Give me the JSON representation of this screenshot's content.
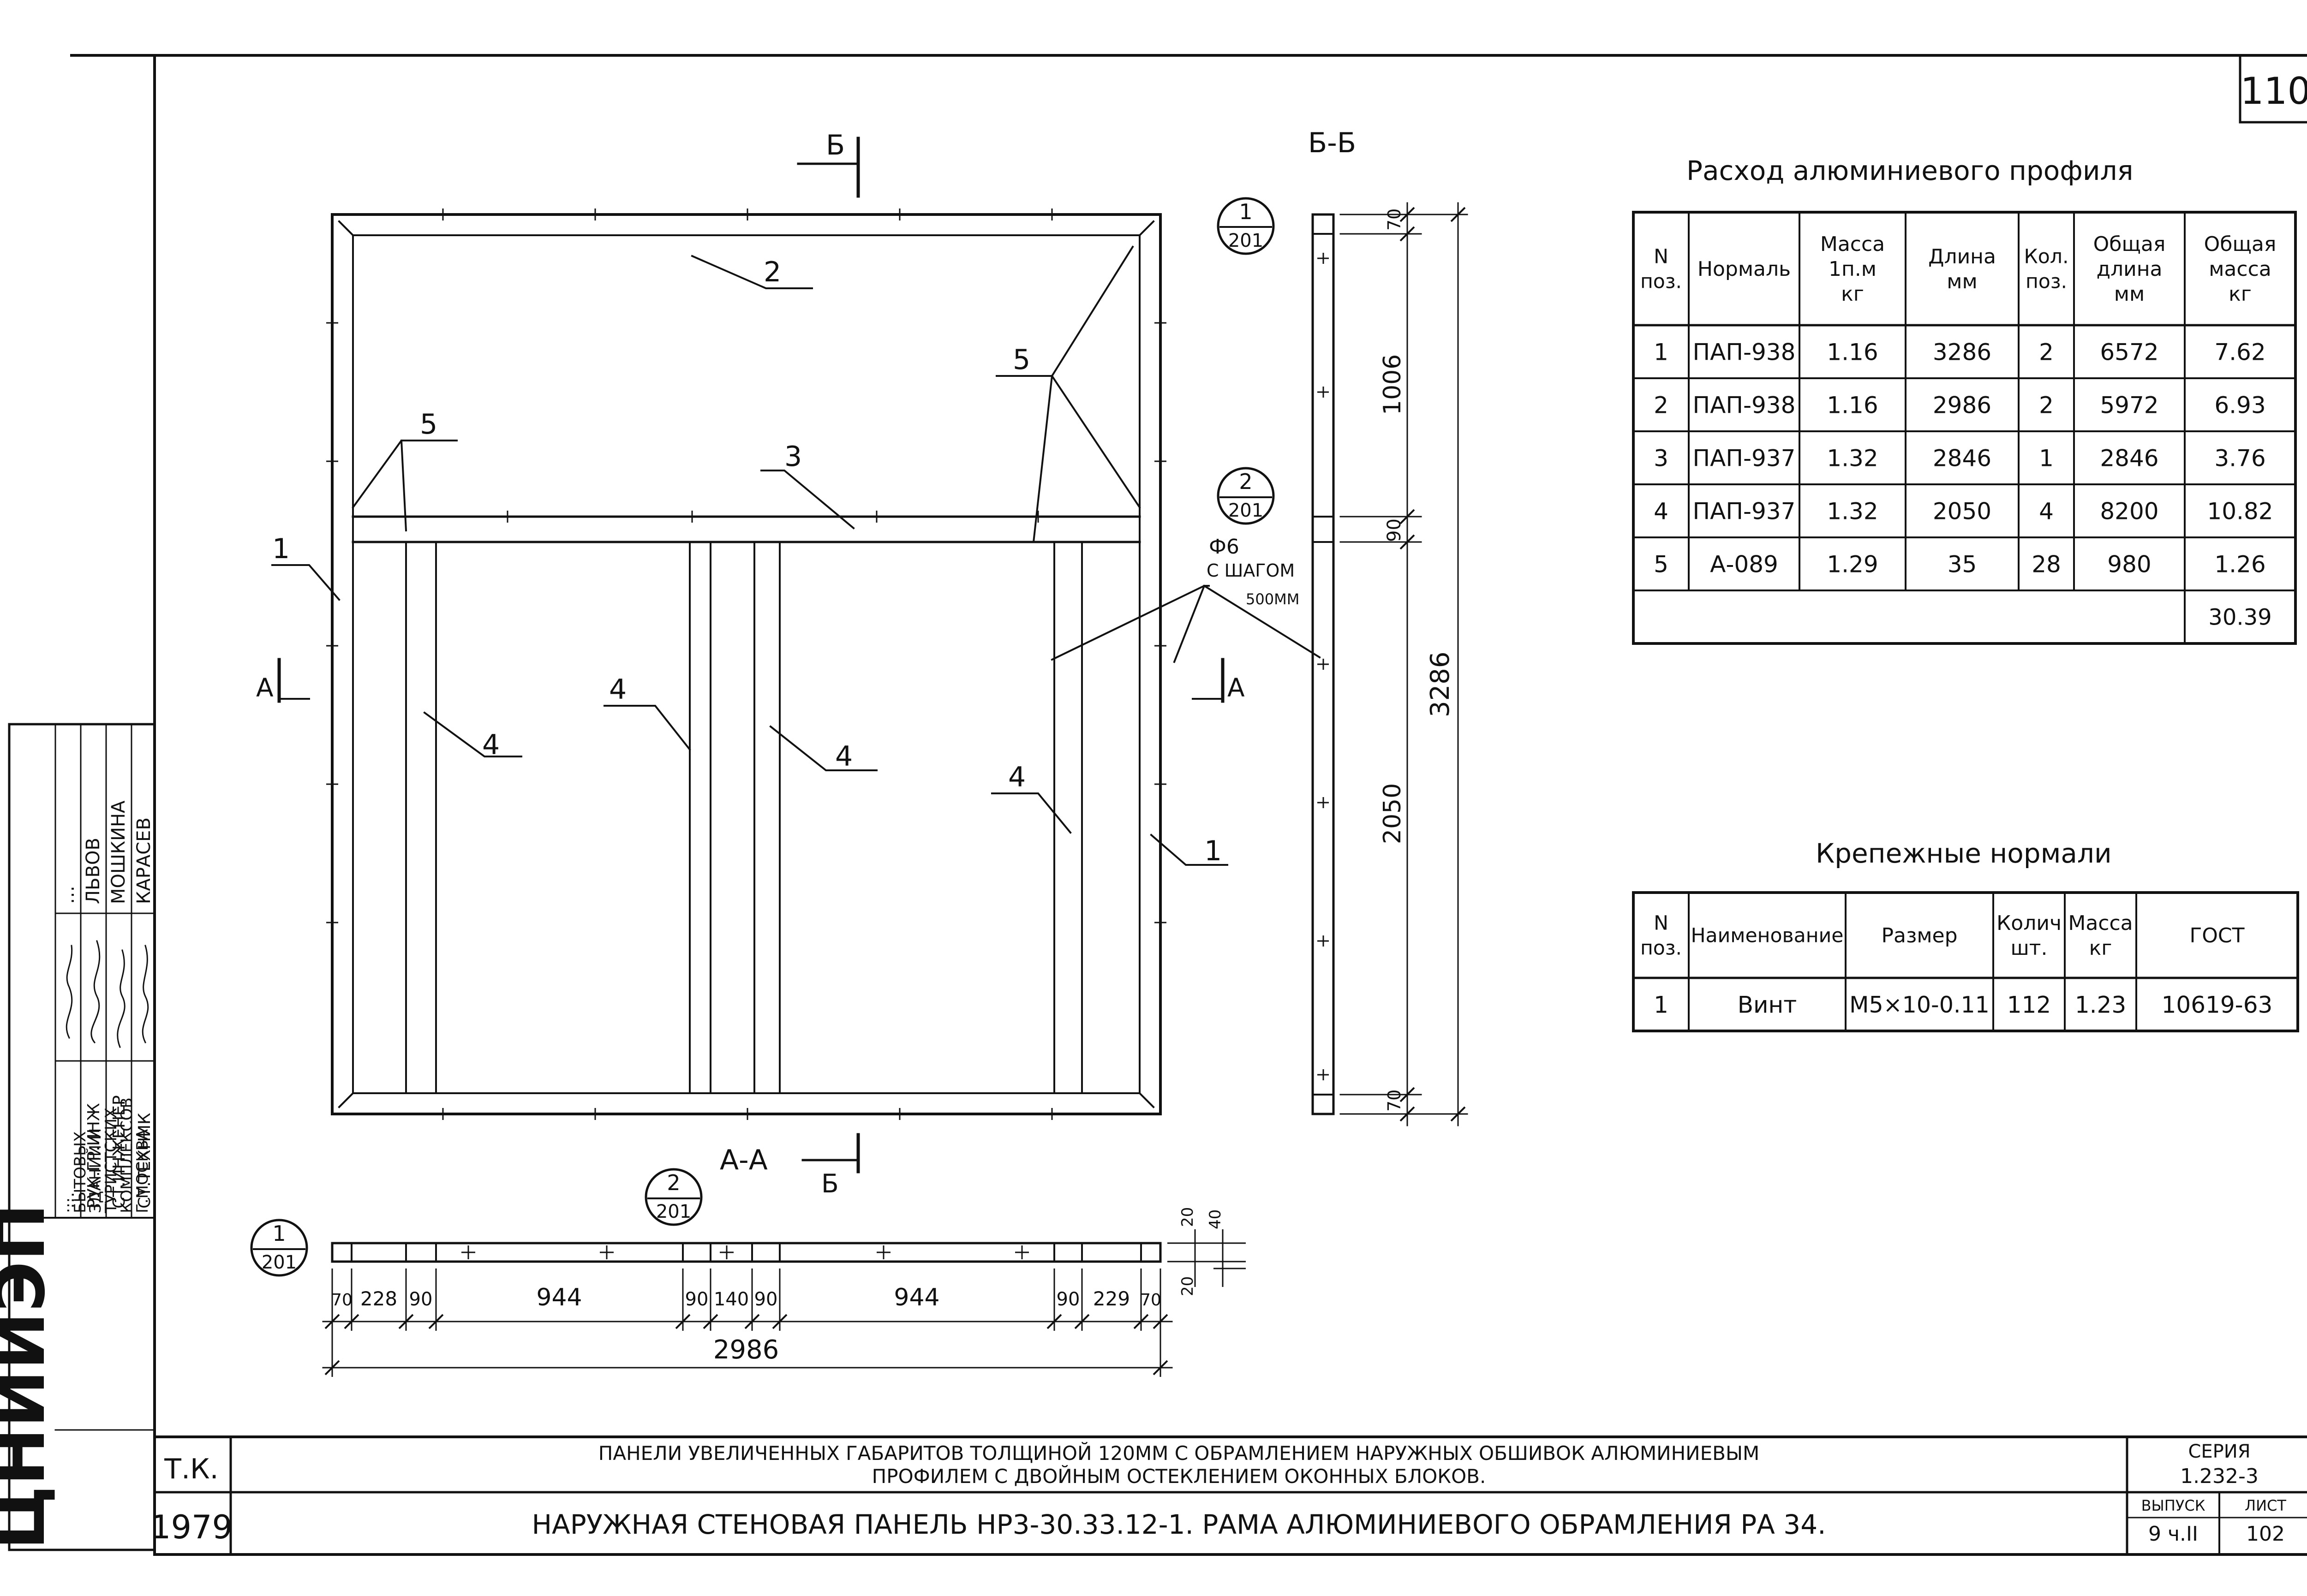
{
  "sheet_number": "110",
  "labels": {
    "section_b_mark": "Б",
    "section_bb": "Б-Б",
    "section_aa": "А-А",
    "section_a_mark": "А",
    "cut_b_bottom": "Б",
    "rod_note_1": "Ф6",
    "rod_note_2": "С ШАГОМ",
    "rod_note_3": "500ММ",
    "pos_1": "1",
    "pos_2": "2",
    "pos_3": "3",
    "pos_4": "4",
    "pos_5": "5"
  },
  "callouts": [
    {
      "top": "1",
      "bottom": "201"
    },
    {
      "top": "2",
      "bottom": "201"
    }
  ],
  "dims_side": {
    "d70a": "70",
    "d1006": "1006",
    "d90": "90",
    "d2050": "2050",
    "d70b": "70",
    "d3286": "3286"
  },
  "dims_bottom": {
    "parts": [
      "70",
      "228",
      "90",
      "944",
      "90",
      "140",
      "90",
      "944",
      "90",
      "229",
      "70"
    ],
    "total": "2986",
    "h20": "20",
    "h40": "40",
    "h20b": "20"
  },
  "profile_table": {
    "title": "Расход алюминиевого профиля",
    "headers": [
      "N поз.",
      "Нормаль",
      "Масса 1п.м кг",
      "Длина мм",
      "Кол. поз.",
      "Общая длина мм",
      "Общая масса кг"
    ],
    "rows": [
      [
        "1",
        "ПАП-938",
        "1.16",
        "3286",
        "2",
        "6572",
        "7.62"
      ],
      [
        "2",
        "ПАП-938",
        "1.16",
        "2986",
        "2",
        "5972",
        "6.93"
      ],
      [
        "3",
        "ПАП-937",
        "1.32",
        "2846",
        "1",
        "2846",
        "3.76"
      ],
      [
        "4",
        "ПАП-937",
        "1.32",
        "2050",
        "4",
        "8200",
        "10.82"
      ],
      [
        "5",
        "А-089",
        "1.29",
        "35",
        "28",
        "980",
        "1.26"
      ]
    ],
    "total": "30.39"
  },
  "fastener_table": {
    "title": "Крепежные нормали",
    "headers": [
      "N поз.",
      "Наименование",
      "Размер",
      "Колич шт.",
      "Масса кг",
      "ГОСТ"
    ],
    "rows": [
      [
        "1",
        "Винт",
        "М5×10-0.11",
        "112",
        "1.23",
        "10619-63"
      ]
    ]
  },
  "title_block": {
    "org_short": "Т.К.",
    "year": "1979",
    "description_1": "ПАНЕЛИ УВЕЛИЧЕННЫХ ГАБАРИТОВ ТОЛЩИНОЙ 120ММ С ОБРАМЛЕНИЕМ НАРУЖНЫХ ОБШИВОК АЛЮМИНИЕВЫМ",
    "description_2": "ПРОФИЛЕМ С ДВОЙНЫМ ОСТЕКЛЕНИЕМ ОКОННЫХ БЛОКОВ.",
    "sheet_title": "НАРУЖНАЯ СТЕНОВАЯ ПАНЕЛЬ НР3-30.33.12-1. РАМА АЛЮМИНИЕВОГО ОБРАМЛЕНИЯ РА 34.",
    "series_label": "СЕРИЯ",
    "series_value": "1.232-3",
    "issue_label": "ВЫПУСК",
    "issue_value": "9 ч.II",
    "sheet_label": "ЛИСТ",
    "sheet_value": "102"
  },
  "side_stamp": {
    "institute": "ЦНИИЭП",
    "org_lines": [
      "…",
      "БЫТОВЫХ",
      "ЗДАНИЙ И",
      "ТУРИСТСКИХ",
      "КОМПЛЕКСОВ",
      "Г.МОСКВА"
    ],
    "roles": [
      "…",
      "РУК.ГР.ИНЖ",
      "СТ.ИНЖЕНЕР",
      "СТ.ТЕХНИК"
    ],
    "names": [
      "…",
      "ЛЬВОВ",
      "МОШКИНА",
      "КАРАСЕВ"
    ]
  }
}
